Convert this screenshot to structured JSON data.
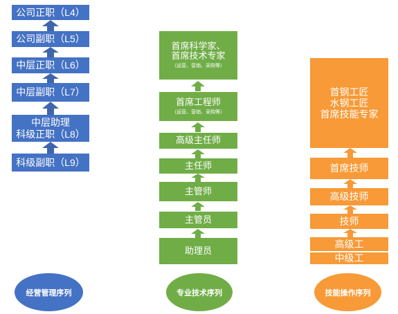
{
  "columns": {
    "management": {
      "name": "经营管理序列",
      "levels": [
        "公司正职（L4）",
        "公司副职（L5）",
        "中层正职（L6）",
        "中层副职（L7）",
        "中层助理",
        "科级正职（L8）",
        "科级副职（L9）"
      ]
    },
    "technical": {
      "name": "专业技术序列",
      "levels": [
        "首席科学家、",
        "首席技术专家",
        "（运营、营销、采购等）",
        "首席工程师",
        "（运营、营销、采购等）",
        "高级主任师",
        "主任师",
        "主管师",
        "主管员",
        "助理员"
      ]
    },
    "skills": {
      "name": "技能操作序列",
      "levels": [
        "首钢工匠",
        "水钢工匠",
        "首席技能专家",
        "首席技师",
        "高级技师",
        "技师",
        "高级工",
        "中级工"
      ]
    }
  },
  "colors": {
    "management": "#4472c4",
    "technical": "#70ad47",
    "skills": "#f79a37"
  }
}
